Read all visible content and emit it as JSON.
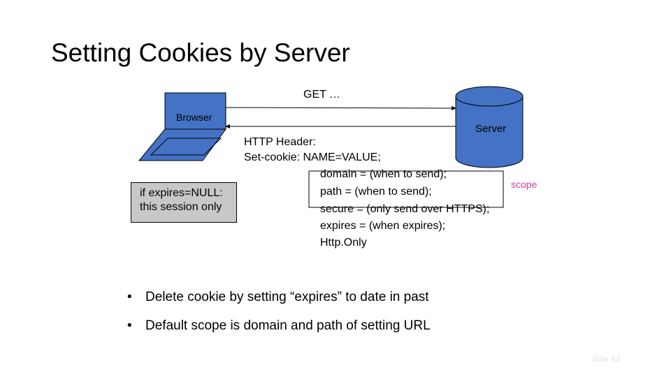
{
  "title": "Setting Cookies by Server",
  "request_label": "GET …",
  "browser_label": "Browser",
  "server_label": "Server",
  "response": {
    "header_title": "HTTP Header:",
    "set_cookie": "Set-cookie:   NAME=VALUE;",
    "attributes": [
      "domain = (when to send);",
      "path =    (when to send);",
      "secure =  (only send over HTTPS);",
      "expires =  (when expires);",
      "Http.Only"
    ]
  },
  "scope_label": "scope",
  "expires_note": [
    "if expires=NULL:",
    "this session only"
  ],
  "bullets": [
    "Delete cookie by setting “expires” to date in past",
    "Default scope is domain and path of setting URL"
  ],
  "bullet_glyph": "•",
  "slide_number": "slide 43",
  "colors": {
    "device_blue": "#4472c4",
    "scope_text": "#d23fa0",
    "note_fill": "#c8c8c8"
  },
  "icons": [
    "laptop-icon",
    "database-cylinder-icon"
  ]
}
